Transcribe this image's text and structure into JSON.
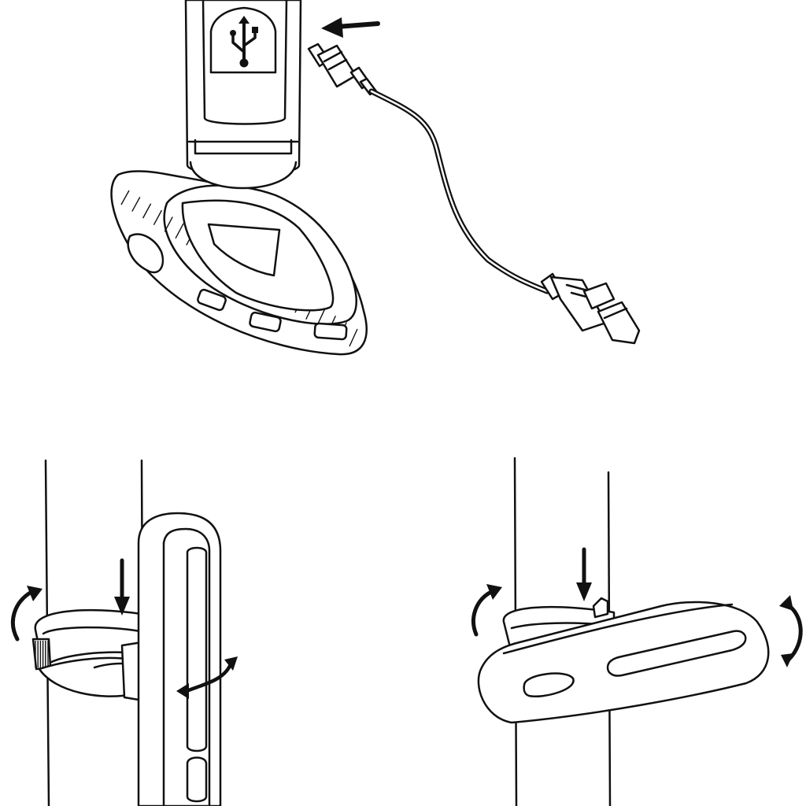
{
  "figure": {
    "ink": "#111111",
    "paper": "#ffffff",
    "panels": [
      {
        "id": "charging",
        "icons": [
          "usb-symbol-icon",
          "insert-arrow-icon"
        ]
      },
      {
        "id": "vertical-mount",
        "icons": [
          "down-arrow-icon",
          "rotate-arrow-icon",
          "swap-arrow-icon"
        ]
      },
      {
        "id": "horizontal-mount",
        "icons": [
          "down-arrow-icon",
          "rotate-arrow-icon",
          "rotate-arrow-icon"
        ]
      }
    ]
  }
}
